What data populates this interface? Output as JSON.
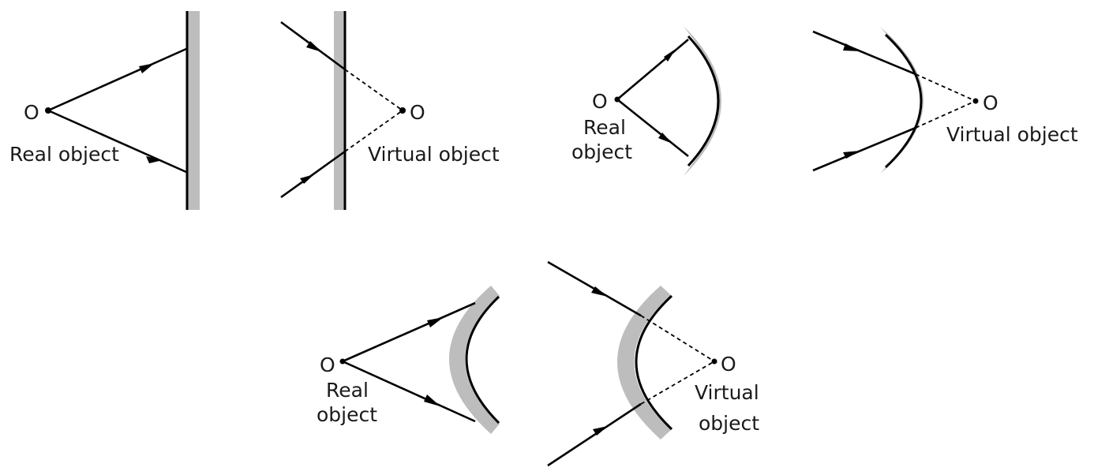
{
  "panels": [
    {
      "id": "plane-real",
      "point_label": "O",
      "caption_lines": [
        "Real object"
      ]
    },
    {
      "id": "plane-virtual",
      "point_label": "O",
      "caption_lines": [
        "Virtual object"
      ]
    },
    {
      "id": "convex-real",
      "point_label": "O",
      "caption_lines": [
        "Real",
        "object"
      ]
    },
    {
      "id": "convex-virtual",
      "point_label": "O",
      "caption_lines": [
        "Virtual object"
      ]
    },
    {
      "id": "concave-real",
      "point_label": "O",
      "caption_lines": [
        "Real",
        "object"
      ]
    },
    {
      "id": "concave-virtual",
      "point_label": "O",
      "caption_lines": [
        "Virtual",
        "object"
      ]
    }
  ]
}
